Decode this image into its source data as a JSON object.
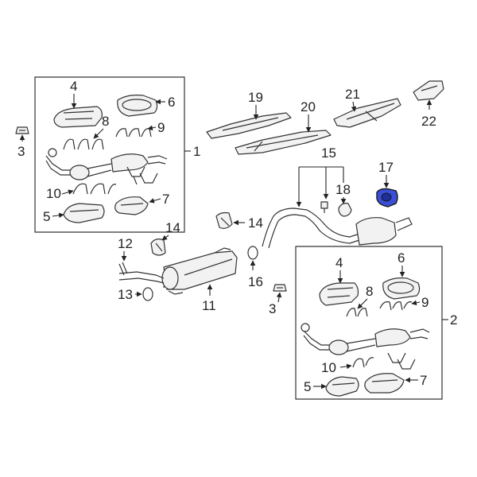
{
  "diagram": {
    "callouts": {
      "c1": "1",
      "c2": "2",
      "c3a": "3",
      "c3b": "3",
      "c4a": "4",
      "c4b": "4",
      "c5a": "5",
      "c5b": "5",
      "c6a": "6",
      "c6b": "6",
      "c7a": "7",
      "c7b": "7",
      "c8a": "8",
      "c8b": "8",
      "c9a": "9",
      "c9b": "9",
      "c10a": "10",
      "c10b": "10",
      "c11": "11",
      "c12": "12",
      "c13": "13",
      "c14a": "14",
      "c14b": "14",
      "c15": "15",
      "c16": "16",
      "c17": "17",
      "c18": "18",
      "c19": "19",
      "c20": "20",
      "c21": "21",
      "c22": "22"
    },
    "highlight_color": "#3a4fd8",
    "highlighted_part": "17"
  }
}
